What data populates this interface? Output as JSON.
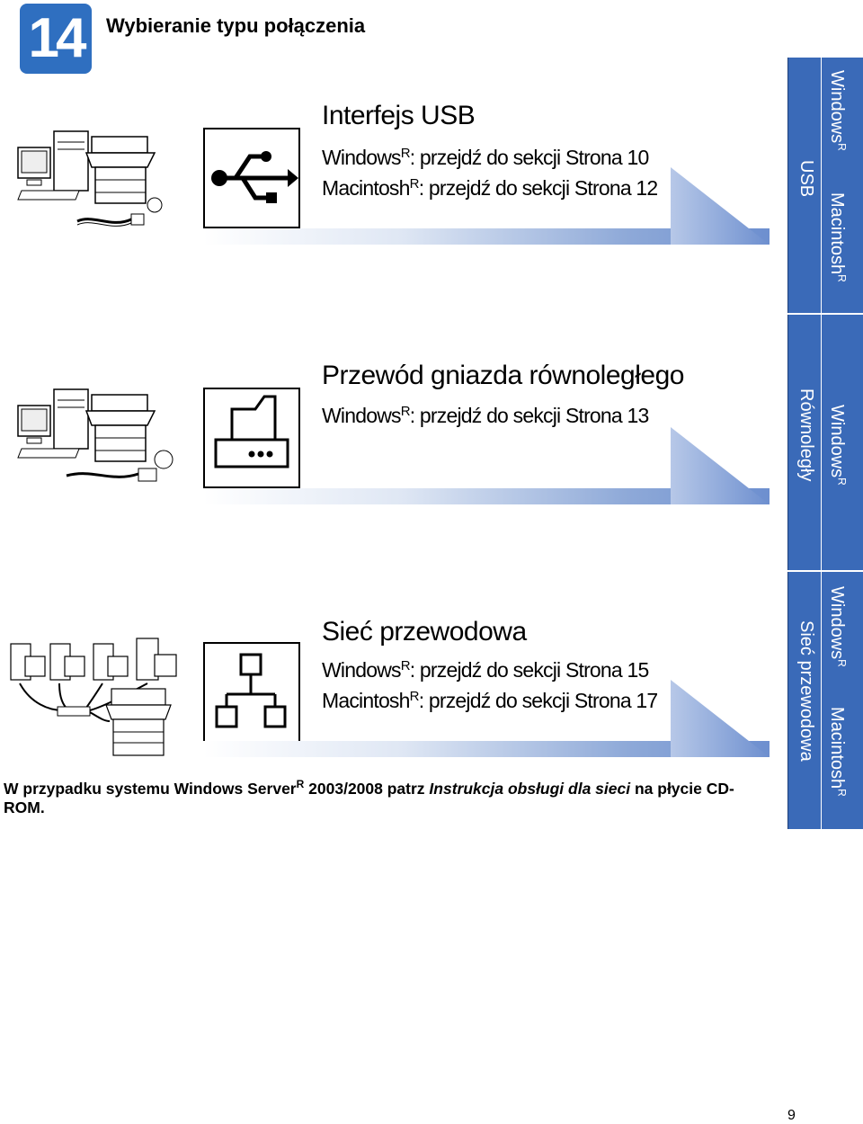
{
  "step": {
    "number": "14",
    "title": "Wybieranie typu połączenia"
  },
  "sections": [
    {
      "title": "Interfejs USB",
      "lines": [
        {
          "os": "Windows",
          "text": ": przejdź do sekcji Strona 10"
        },
        {
          "os": "Macintosh",
          "text": ": przejdź do sekcji Strona 12"
        }
      ],
      "icon": "usb-icon"
    },
    {
      "title": "Przewód gniazda równoległego",
      "lines": [
        {
          "os": "Windows",
          "text": ": przejdź do sekcji Strona 13"
        }
      ],
      "icon": "parallel-printer-icon"
    },
    {
      "title": "Sieć przewodowa",
      "lines": [
        {
          "os": "Windows",
          "text": ": przejdź do sekcji Strona 15"
        },
        {
          "os": "Macintosh",
          "text": ": przejdź do sekcji Strona 17"
        }
      ],
      "icon": "network-icon"
    }
  ],
  "registered_mark": "R",
  "footnote": {
    "part1": "W przypadku systemu Windows Server",
    "part2": " 2003/2008 patrz ",
    "italic": "Instrukcja obsługi dla sieci",
    "part3": " na płycie CD-ROM."
  },
  "sidebar": {
    "usb": {
      "label": "USB",
      "os1": "Windows",
      "os2": "Macintosh"
    },
    "parallel": {
      "label": "Równoległy",
      "os1": "Windows"
    },
    "network": {
      "label": "Sieć przewodowa",
      "os1": "Windows",
      "os2": "Macintosh"
    }
  },
  "colors": {
    "accent": "#2f6fc0",
    "sidebar": "#3a6ab8"
  },
  "page_number": "9"
}
